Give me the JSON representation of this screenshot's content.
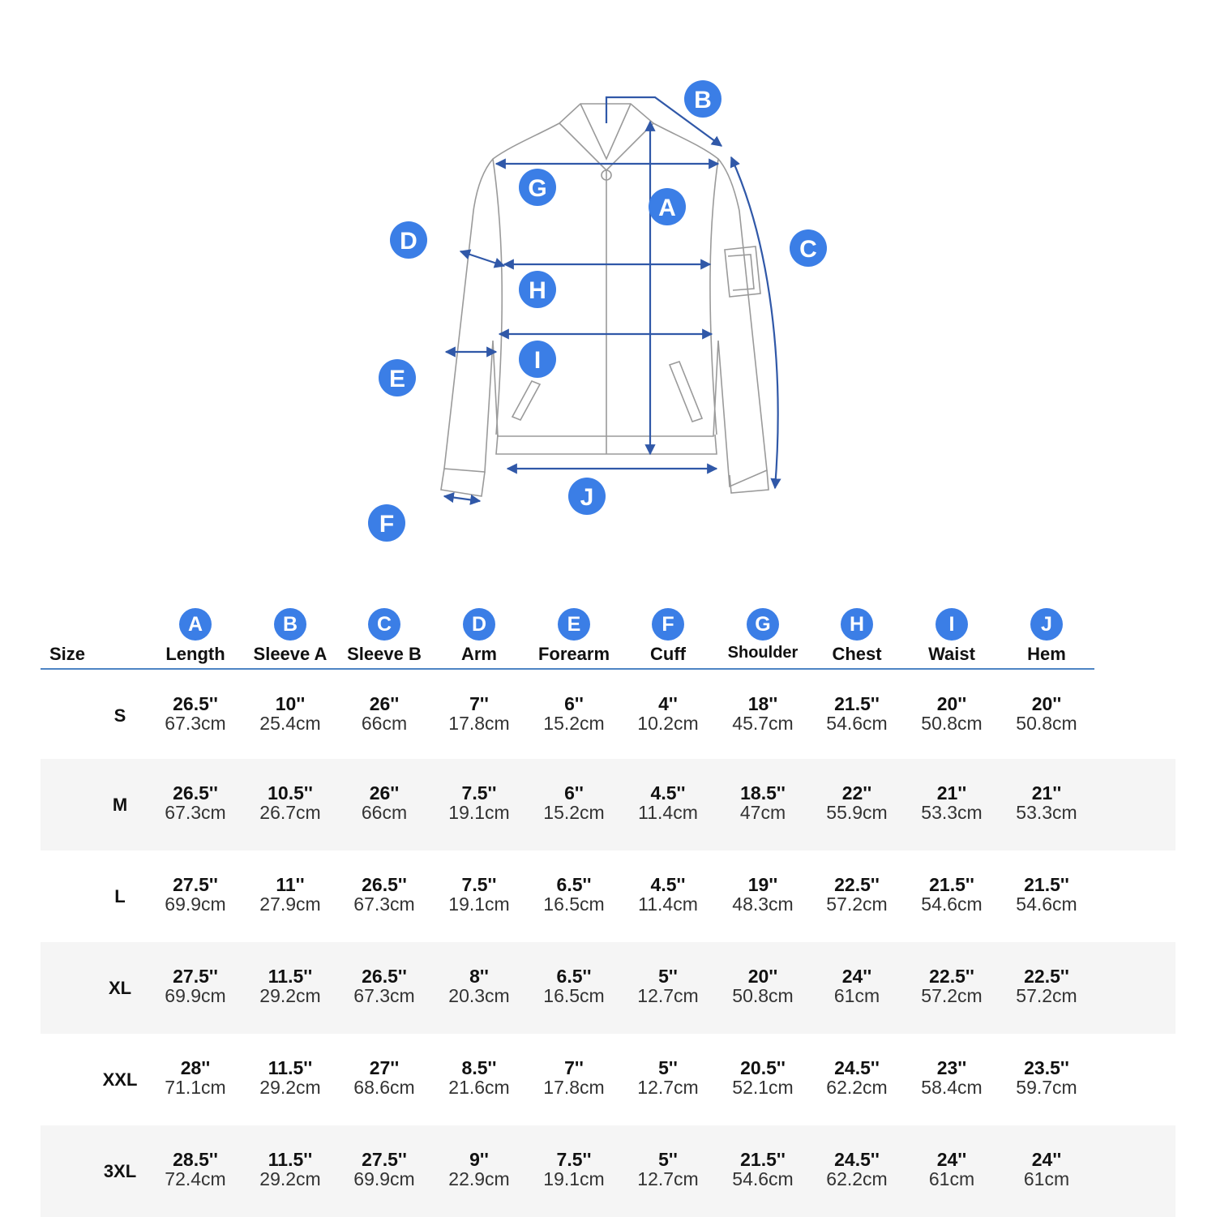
{
  "diagram": {
    "markers": [
      "A",
      "B",
      "C",
      "D",
      "E",
      "F",
      "G",
      "H",
      "I",
      "J"
    ]
  },
  "table": {
    "size_header": "Size",
    "columns": [
      {
        "letter": "A",
        "label": "Length"
      },
      {
        "letter": "B",
        "label": "Sleeve A"
      },
      {
        "letter": "C",
        "label": "Sleeve B"
      },
      {
        "letter": "D",
        "label": "Arm"
      },
      {
        "letter": "E",
        "label": "Forearm"
      },
      {
        "letter": "F",
        "label": "Cuff"
      },
      {
        "letter": "G",
        "label": "Shoulder"
      },
      {
        "letter": "H",
        "label": "Chest"
      },
      {
        "letter": "I",
        "label": "Waist"
      },
      {
        "letter": "J",
        "label": "Hem"
      }
    ],
    "rows": [
      {
        "size": "S",
        "cells": [
          {
            "in": "26.5''",
            "cm": "67.3cm"
          },
          {
            "in": "10''",
            "cm": "25.4cm"
          },
          {
            "in": "26''",
            "cm": "66cm"
          },
          {
            "in": "7''",
            "cm": "17.8cm"
          },
          {
            "in": "6''",
            "cm": "15.2cm"
          },
          {
            "in": "4''",
            "cm": "10.2cm"
          },
          {
            "in": "18''",
            "cm": "45.7cm"
          },
          {
            "in": "21.5''",
            "cm": "54.6cm"
          },
          {
            "in": "20''",
            "cm": "50.8cm"
          },
          {
            "in": "20''",
            "cm": "50.8cm"
          }
        ]
      },
      {
        "size": "M",
        "cells": [
          {
            "in": "26.5''",
            "cm": "67.3cm"
          },
          {
            "in": "10.5''",
            "cm": "26.7cm"
          },
          {
            "in": "26''",
            "cm": "66cm"
          },
          {
            "in": "7.5''",
            "cm": "19.1cm"
          },
          {
            "in": "6''",
            "cm": "15.2cm"
          },
          {
            "in": "4.5''",
            "cm": "11.4cm"
          },
          {
            "in": "18.5''",
            "cm": "47cm"
          },
          {
            "in": "22''",
            "cm": "55.9cm"
          },
          {
            "in": "21''",
            "cm": "53.3cm"
          },
          {
            "in": "21''",
            "cm": "53.3cm"
          }
        ]
      },
      {
        "size": "L",
        "cells": [
          {
            "in": "27.5''",
            "cm": "69.9cm"
          },
          {
            "in": "11''",
            "cm": "27.9cm"
          },
          {
            "in": "26.5''",
            "cm": "67.3cm"
          },
          {
            "in": "7.5''",
            "cm": "19.1cm"
          },
          {
            "in": "6.5''",
            "cm": "16.5cm"
          },
          {
            "in": "4.5''",
            "cm": "11.4cm"
          },
          {
            "in": "19''",
            "cm": "48.3cm"
          },
          {
            "in": "22.5''",
            "cm": "57.2cm"
          },
          {
            "in": "21.5''",
            "cm": "54.6cm"
          },
          {
            "in": "21.5''",
            "cm": "54.6cm"
          }
        ]
      },
      {
        "size": "XL",
        "cells": [
          {
            "in": "27.5''",
            "cm": "69.9cm"
          },
          {
            "in": "11.5''",
            "cm": "29.2cm"
          },
          {
            "in": "26.5''",
            "cm": "67.3cm"
          },
          {
            "in": "8''",
            "cm": "20.3cm"
          },
          {
            "in": "6.5''",
            "cm": "16.5cm"
          },
          {
            "in": "5''",
            "cm": "12.7cm"
          },
          {
            "in": "20''",
            "cm": "50.8cm"
          },
          {
            "in": "24''",
            "cm": "61cm"
          },
          {
            "in": "22.5''",
            "cm": "57.2cm"
          },
          {
            "in": "22.5''",
            "cm": "57.2cm"
          }
        ]
      },
      {
        "size": "XXL",
        "cells": [
          {
            "in": "28''",
            "cm": "71.1cm"
          },
          {
            "in": "11.5''",
            "cm": "29.2cm"
          },
          {
            "in": "27''",
            "cm": "68.6cm"
          },
          {
            "in": "8.5''",
            "cm": "21.6cm"
          },
          {
            "in": "7''",
            "cm": "17.8cm"
          },
          {
            "in": "5''",
            "cm": "12.7cm"
          },
          {
            "in": "20.5''",
            "cm": "52.1cm"
          },
          {
            "in": "24.5''",
            "cm": "62.2cm"
          },
          {
            "in": "23''",
            "cm": "58.4cm"
          },
          {
            "in": "23.5''",
            "cm": "59.7cm"
          }
        ]
      },
      {
        "size": "3XL",
        "cells": [
          {
            "in": "28.5''",
            "cm": "72.4cm"
          },
          {
            "in": "11.5''",
            "cm": "29.2cm"
          },
          {
            "in": "27.5''",
            "cm": "69.9cm"
          },
          {
            "in": "9''",
            "cm": "22.9cm"
          },
          {
            "in": "7.5''",
            "cm": "19.1cm"
          },
          {
            "in": "5''",
            "cm": "12.7cm"
          },
          {
            "in": "21.5''",
            "cm": "54.6cm"
          },
          {
            "in": "24.5''",
            "cm": "62.2cm"
          },
          {
            "in": "24''",
            "cm": "61cm"
          },
          {
            "in": "24''",
            "cm": "61cm"
          }
        ]
      }
    ]
  },
  "colors": {
    "badge": "#3b7ee6",
    "measure_line": "#3058a8",
    "outline": "#9a9a9a",
    "row_shade": "#f5f5f5",
    "header_rule": "#4d84c4"
  }
}
